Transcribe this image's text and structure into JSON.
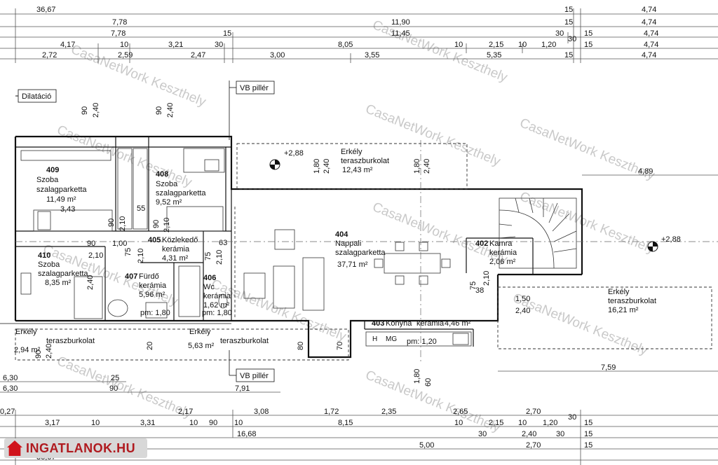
{
  "dims_top": {
    "r1": [
      "36,67",
      "15",
      "4,74"
    ],
    "r2": [
      "7,78",
      "11,90",
      "15",
      "4,74"
    ],
    "r3": [
      "7,78",
      "15",
      "11,45",
      "30",
      "30",
      "15",
      "4,74"
    ],
    "r4": [
      "4,17",
      "10",
      "3,21",
      "30",
      "8,05",
      "10",
      "2,15",
      "10",
      "1,20",
      "15",
      "4,74"
    ],
    "r5": [
      "2,72",
      "2,59",
      "2,47",
      "3,00",
      "3,55",
      "5,35",
      "15",
      "4,74"
    ]
  },
  "dims_bottom": {
    "b1": [
      "0,27",
      "2,17",
      "3,08",
      "1,72",
      "2,35",
      "2,65",
      "2,70",
      "30"
    ],
    "b2": [
      "3,17",
      "10",
      "3,31",
      "10",
      "90",
      "10",
      "8,15",
      "10",
      "2,15",
      "10",
      "1,20",
      "15"
    ],
    "b3": [
      "16,68",
      "30",
      "2,40",
      "30",
      "15"
    ],
    "b4": [
      "5,00",
      "2,70",
      "15"
    ],
    "b5": [
      "36,67"
    ]
  },
  "dims_left": {
    "a": [
      "6,30",
      "25"
    ],
    "b": [
      "6,30",
      "90",
      "7,91"
    ]
  },
  "annotations": {
    "dilatacio": "Dilatáció",
    "vb_top": "VB pillér",
    "vb_bottom": "VB pillér",
    "lvl_balcony": "+2,88",
    "lvl_right": "+2,88",
    "dim_489": "4,89",
    "dim_759": "7,59",
    "door_90_a": "90",
    "door_240_a": "2,40",
    "door_90_b": "90",
    "door_240_b": "2,40",
    "bal_180_a": "1,80",
    "bal_240_a": "2,40",
    "bal_180_b": "1,80",
    "bal_240_b": "2,40",
    "d_90": "90",
    "d_210_a": "2,10",
    "d_55": "55",
    "d_90_b": "90",
    "d_210_b": "2,10",
    "d_100": "1,00",
    "d_90_c": "90",
    "d_210_c": "2,10",
    "d_75_a": "75",
    "d_210_d": "2,10",
    "d_63": "63",
    "d_75_b": "75",
    "d_210_e": "2,10",
    "d_240_c": "2,40",
    "d_75_k": "75",
    "d_38_k": "38",
    "d_210_k": "2,10",
    "d_150": "1,50",
    "d_240_d": "2,40",
    "d_20": "20",
    "d_80": "80",
    "d_70": "70",
    "d_90_e": "90",
    "d_240_e": "2,40",
    "d_180_s": "1,80",
    "d_60_s": "60",
    "pm_120": "pm: 1,20",
    "app_h": "H",
    "app_mg": "MG"
  },
  "rooms": [
    {
      "id": "409",
      "name": "Szoba",
      "finish": "szalagparketta",
      "area": "11,49 m²",
      "extra": "3,43"
    },
    {
      "id": "408",
      "name": "Szoba",
      "finish": "szalagparketta",
      "area": "9,52 m²"
    },
    {
      "id": "410",
      "name": "Szoba",
      "finish": "szalagparketta",
      "area": "8,35 m²"
    },
    {
      "id": "405",
      "name": "Közlekedő",
      "finish": "kerámia",
      "area": "4,31 m²"
    },
    {
      "id": "407",
      "name": "Fürdő",
      "finish": "kerámia",
      "area": "5,96 m²",
      "pm": "pm: 1,80"
    },
    {
      "id": "406",
      "name": "Wc",
      "finish": "kerámia",
      "area": "1,62 m²",
      "pm": "pm: 1,80"
    },
    {
      "id": "404",
      "name": "Nappali",
      "finish": "szalagparketta",
      "area": "37,71 m²"
    },
    {
      "id": "402",
      "name": "Kamra",
      "finish": "kerámia",
      "area": "2,06 m²"
    },
    {
      "id": "403",
      "name": "Konyha",
      "finish": "kerámia",
      "area": "4,46 m²"
    }
  ],
  "balconies": [
    {
      "name": "Erkély",
      "finish": "teraszburkolat",
      "area": "12,43 m²"
    },
    {
      "name": "Erkély",
      "finish": "teraszburkolat",
      "area": "16,21 m²"
    },
    {
      "name": "Erkély",
      "finish": "teraszburkolat",
      "area": "2,94 m²"
    },
    {
      "name": "Erkély",
      "finish": "teraszburkolat",
      "area": "5,63 m²"
    }
  ],
  "watermark": "CasaNetWork Keszthely",
  "logo": "INGATLANOK.HU",
  "colors": {
    "line": "#111111",
    "dim": "#444444",
    "watermark": "#c9c9c9",
    "logo_red": "#d0131b"
  }
}
